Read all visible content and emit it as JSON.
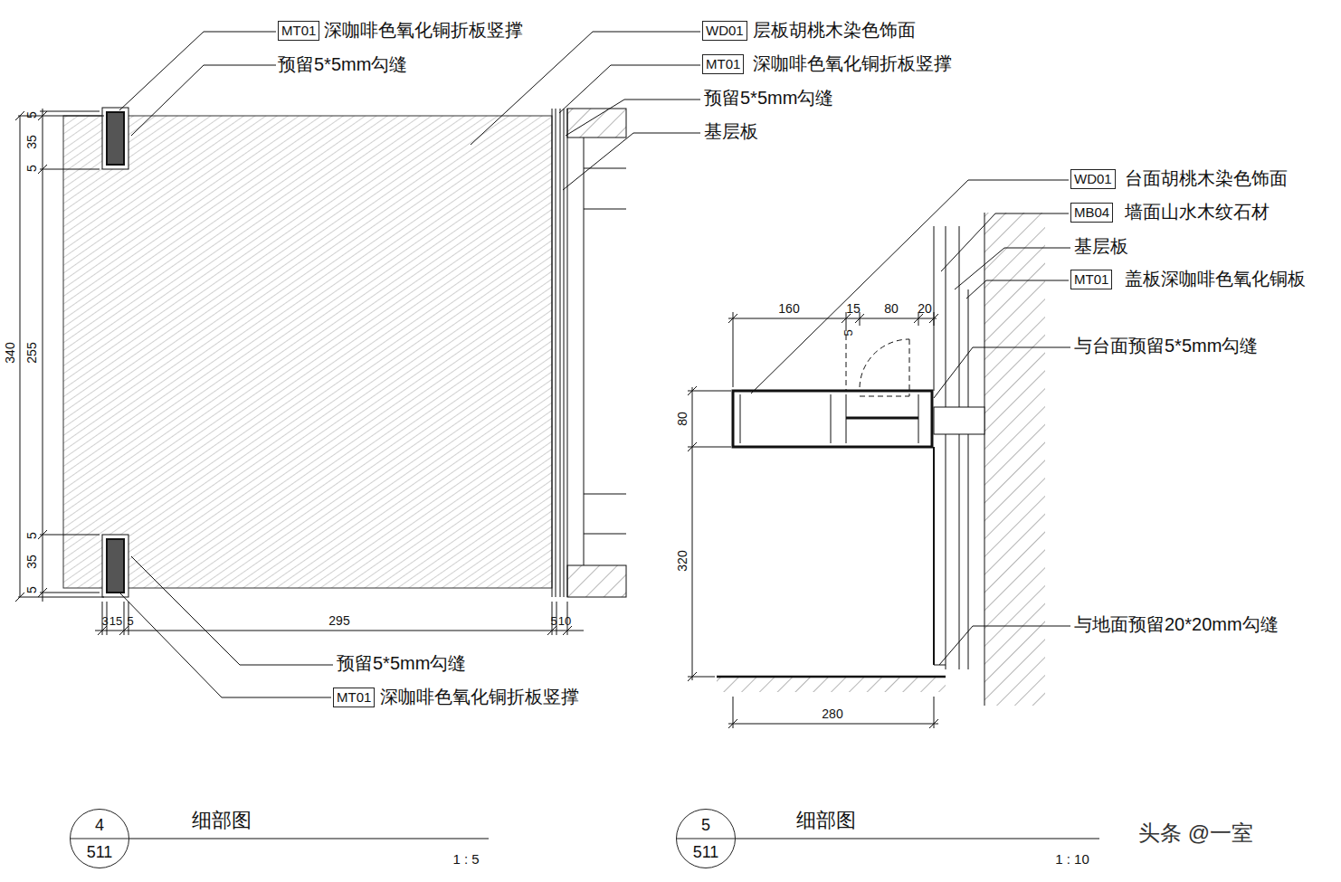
{
  "diagram": {
    "nodes": [
      {
        "text": [
          "MT01"
        ]
      },
      {
        "text": [
          "WD01"
        ]
      },
      {
        "text": [
          "MT01"
        ]
      },
      {
        "text": [
          "MT01"
        ]
      },
      {
        "text": [
          "WD01"
        ]
      },
      {
        "text": [
          "MB04"
        ]
      },
      {
        "text": [
          "MT01"
        ]
      },
      {
        "text": [
          "4",
          "511"
        ]
      },
      {
        "text": [
          "5",
          "511"
        ]
      }
    ],
    "labels": [
      "深咖啡色氧化铜折板竖撑",
      "预留5*5mm勾缝",
      "层板胡桃木染色饰面",
      "深咖啡色氧化铜折板竖撑",
      "预留5*5mm勾缝",
      "基层板",
      "5",
      "35",
      "5",
      "340",
      "255",
      "5",
      "35",
      "5",
      "3",
      "15",
      "5",
      "295",
      "5",
      "10",
      "预留5*5mm勾缝",
      "深咖啡色氧化铜折板竖撑",
      "台面胡桃木染色饰面",
      "墙面山水木纹石材",
      "基层板",
      "盖板深咖啡色氧化铜板",
      "160",
      "15",
      "80",
      "20",
      "5",
      "与台面预留5*5mm勾缝",
      "80",
      "320",
      "与地面预留20*20mm勾缝",
      "280",
      "细部图",
      "1 : 5",
      "细部图",
      "1 : 10",
      "头条 @一室"
    ]
  }
}
